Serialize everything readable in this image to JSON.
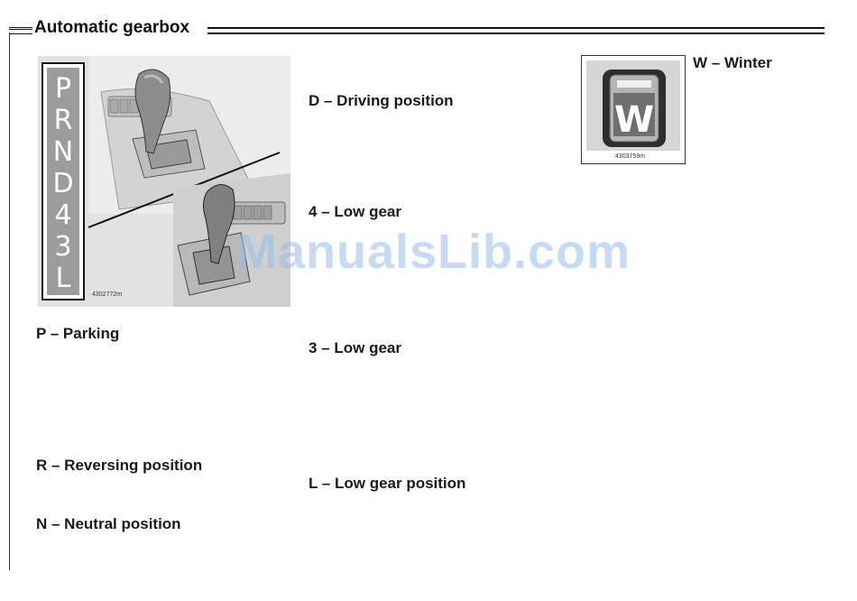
{
  "header": {
    "title": "Automatic gearbox"
  },
  "figures": {
    "gear_selector": {
      "code": "4302772m",
      "positions": [
        "P",
        "R",
        "N",
        "D",
        "4",
        "3",
        "L"
      ]
    },
    "winter_button": {
      "code": "4303759m",
      "symbol": "W"
    }
  },
  "positions": {
    "parking": "P – Parking",
    "reversing": "R – Reversing position",
    "neutral": "N – Neutral position",
    "driving": "D – Driving position",
    "low4": "4 – Low gear",
    "low3": "3 – Low gear",
    "lowL": "L  – Low gear position",
    "winter": "W – Winter"
  },
  "watermark": "ManualsLib.com"
}
